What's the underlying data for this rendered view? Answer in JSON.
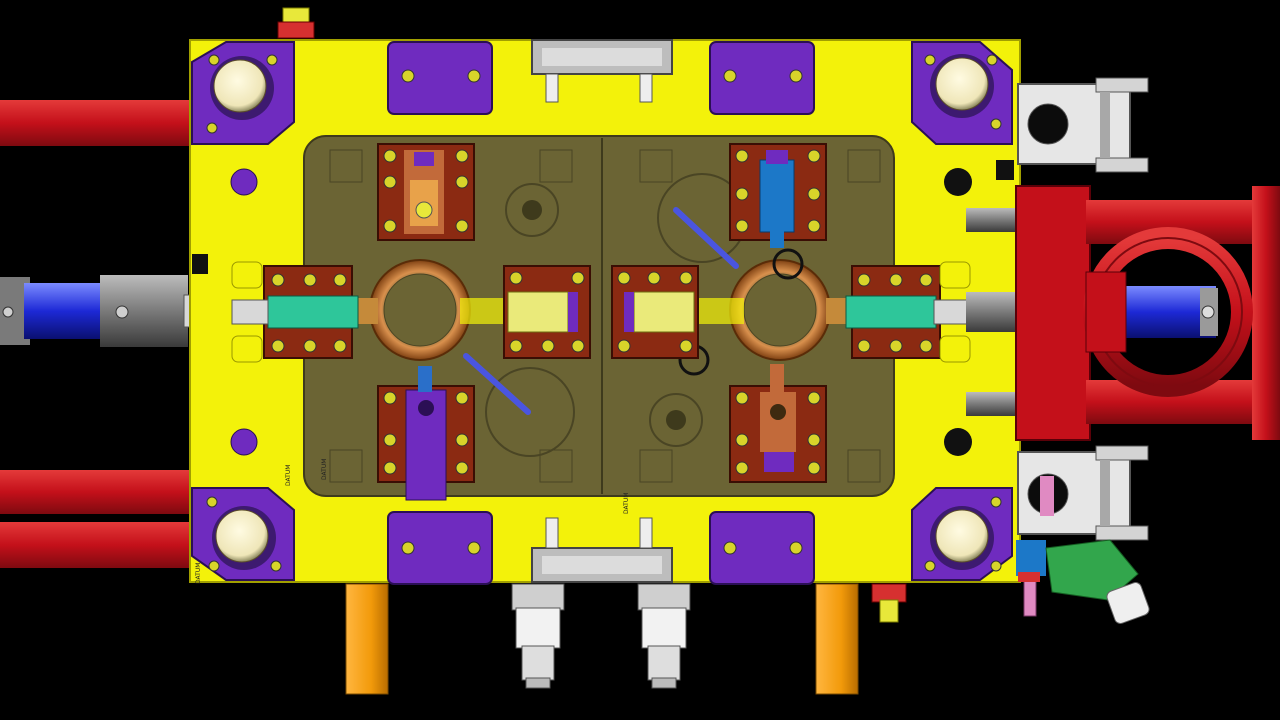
{
  "scene": {
    "description_visible_text": [],
    "colors": {
      "background": "#000000",
      "mold_plate": "#f3f20a",
      "cavity": "#6b6434",
      "pocket": "#6f2bbf",
      "slider_block": "#8b2a12",
      "cooling_pipe": "#c8101a",
      "cylinder_rod": "#1d29d6",
      "bracket": "#dedede",
      "support_leg": "#f29a0a",
      "bolt": "#d8d42a"
    },
    "labels": {
      "datum_a": "DATUM",
      "datum_b": "DATUM",
      "datum_c": "DATUM",
      "datum_d": "DATUM"
    }
  }
}
